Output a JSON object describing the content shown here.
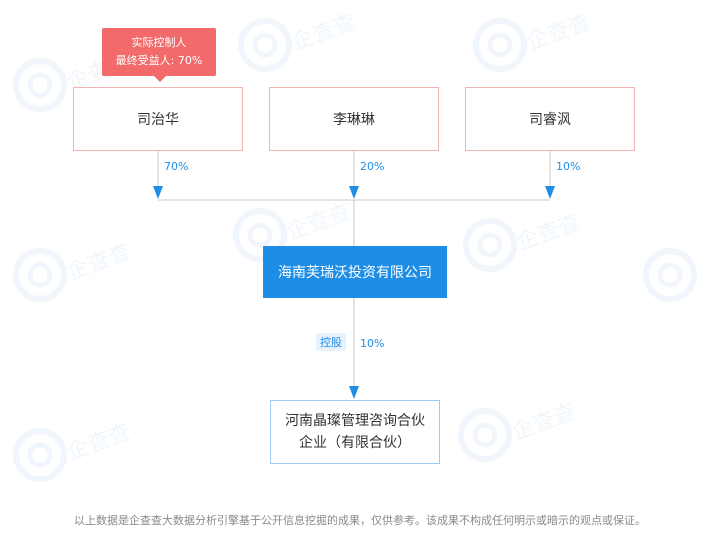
{
  "controller_tag": {
    "line1": "实际控制人",
    "line2": "最终受益人: 70%"
  },
  "shareholders": [
    {
      "name": "司治华",
      "pct": "70%"
    },
    {
      "name": "李琳琳",
      "pct": "20%"
    },
    {
      "name": "司睿沨",
      "pct": "10%"
    }
  ],
  "main_company": {
    "name": "海南芙瑞沃投资有限公司"
  },
  "holding": {
    "tag": "控股",
    "pct": "10%"
  },
  "sub_company": {
    "line1": "河南晶璨管理咨询合伙",
    "line2": "企业（有限合伙）"
  },
  "footer": "以上数据是企查查大数据分析引擎基于公开信息挖掘的成果，仅供参考。该成果不构成任何明示或暗示的观点或保证。",
  "watermark": "企查查",
  "colors": {
    "person_border": "#f2b5b5",
    "company": "#1e8de6",
    "tag": "#f26a6a",
    "line": "#c8c8c8"
  }
}
